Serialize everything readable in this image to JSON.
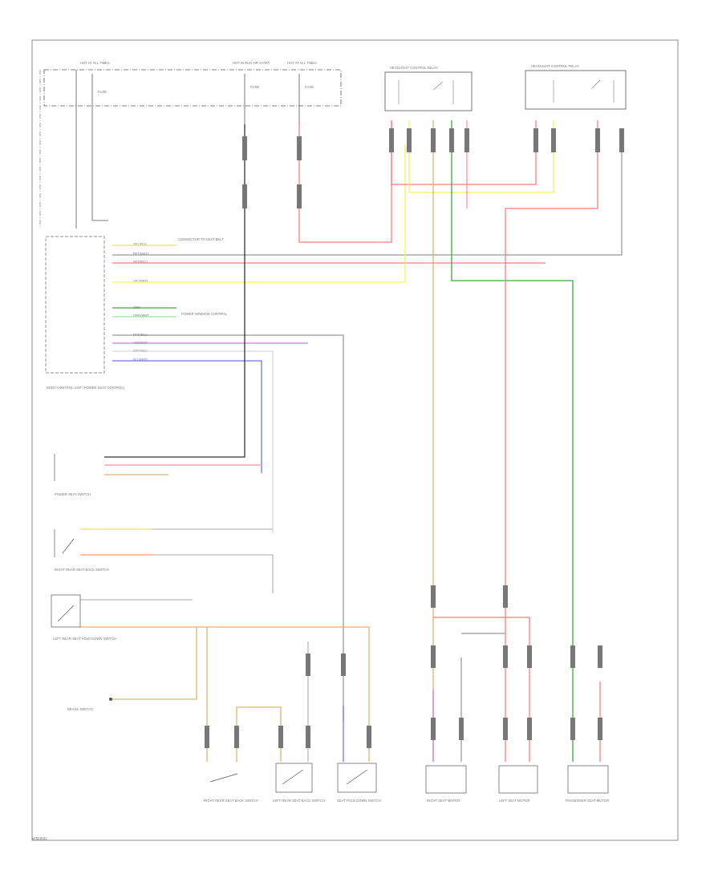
{
  "footer_code": "WIRING",
  "colors": {
    "red": "#ff7b7b",
    "yellow": "#f2f25a",
    "green": "#3fa83f",
    "orange": "#e0b26a",
    "purple": "#d27cd2",
    "blue": "#6f78e8",
    "grey": "#9a9a9a",
    "dark": "#333333",
    "pink": "#ff8fa0",
    "lightgreen": "#9be69b"
  },
  "fusebox": {
    "fuse_labels": [
      "FUSE",
      "FUSE",
      "FUSE"
    ],
    "power_labels": [
      "HOT AT ALL TIMES",
      "HOT IN RUN OR START",
      "HOT AT ALL TIMES"
    ]
  },
  "relays": {
    "left": "HEADLIGHT CONTROL RELAY",
    "right": "HEADLIGHT CONTROL RELAY"
  },
  "body_control": {
    "label": "BODY CONTROL UNIT (POWER SEAT CONTROL)",
    "pin_labels": [
      "YEL/BLK",
      "RED/WHT",
      "RED/BLU",
      "YEL/WHT",
      "GRN",
      "GRN/WHT",
      "PNK/BLU",
      "VIO/WHT",
      "GRY/BLK",
      "BLU/RED"
    ],
    "note1": "CONNECTOR TO SEAT BELT",
    "note2": "POWER WINDOW CONTROL"
  },
  "lower_left": {
    "power_seat_switch": "POWER SEAT SWITCH",
    "right_rear": "RIGHT REAR SEAT BACK SWITCH",
    "left_rear": "LEFT REAR SEAT FOLD DOWN SWITCH",
    "brake": "BRAKE SWITCH",
    "seat_fold_switch": "SEAT FOLD DOWN SWITCH"
  },
  "bottom_components": [
    "RIGHT REAR SEAT BACK SWITCH",
    "LEFT REAR SEAT BACK SWITCH",
    "SEAT FOLD DOWN SWITCH",
    "RIGHT SEAT MOTOR",
    "LEFT SEAT MOTOR",
    "PASSENGER SEAT MOTOR"
  ]
}
